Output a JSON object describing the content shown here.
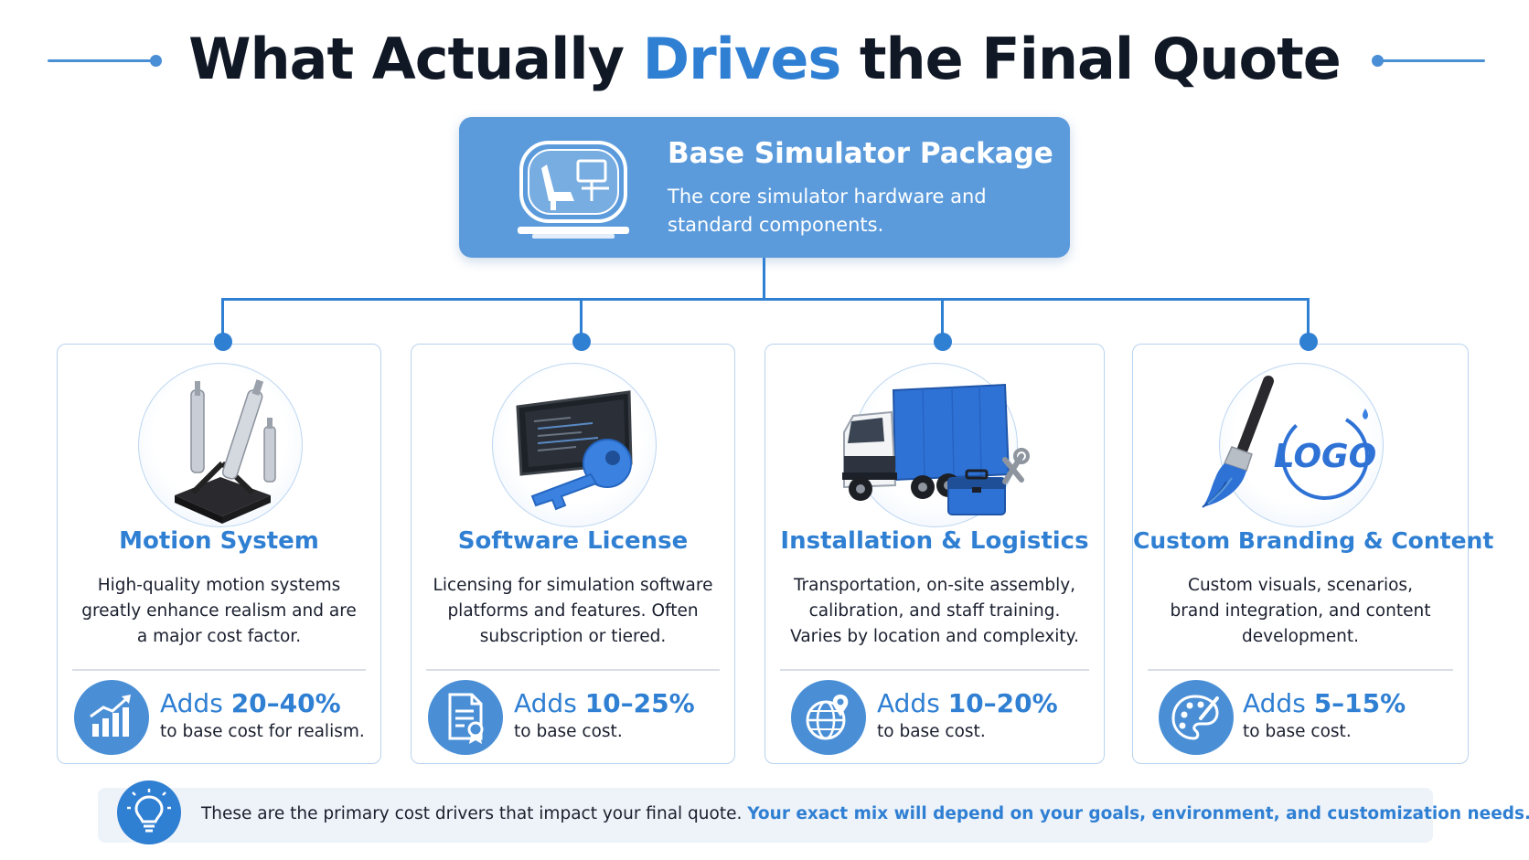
{
  "header": {
    "title_part1": "What Actually ",
    "title_highlight": "Drives",
    "title_part2": " the Final Quote"
  },
  "base": {
    "title": "Base Simulator Package",
    "description": "The core simulator hardware and standard components."
  },
  "cards": [
    {
      "title": "Motion System",
      "description": "High-quality motion systems greatly enhance realism and are a major cost factor.",
      "adds_prefix": "Adds ",
      "adds_range": "20–40%",
      "adds_sub": "to base cost for realism.",
      "illustration": "motion-actuators-icon",
      "badge_icon": "bar-chart-growth-icon"
    },
    {
      "title": "Software License",
      "description": "Licensing for simulation software platforms and features. Often subscription or tiered.",
      "adds_prefix": "Adds ",
      "adds_range": "10–25%",
      "adds_sub": "to base cost.",
      "illustration": "monitor-key-icon",
      "badge_icon": "license-document-icon"
    },
    {
      "title": "Installation & Logistics",
      "description": "Transportation, on-site assembly, calibration, and staff training. Varies by location and complexity.",
      "adds_prefix": "Adds ",
      "adds_range": "10–20%",
      "adds_sub": "to base cost.",
      "illustration": "truck-toolbox-icon",
      "badge_icon": "globe-location-icon"
    },
    {
      "title": "Custom Branding & Content",
      "description": "Custom visuals, scenarios, brand integration, and content development.",
      "adds_prefix": "Adds ",
      "adds_range": "5–15%",
      "adds_sub": "to base cost.",
      "illustration": "paintbrush-logo-icon",
      "illustration_text": "LOGO",
      "badge_icon": "palette-icon"
    }
  ],
  "footer": {
    "text_plain": "These are the primary cost drivers that impact your final quote. ",
    "text_emphasis": "Your exact mix will depend on your goals, environment, and customization needs.",
    "icon": "lightbulb-icon"
  },
  "colors": {
    "accent": "#2f7fd3",
    "base_box": "#5b9bdc",
    "badge": "#4a8fd6",
    "title_text": "#101826"
  }
}
